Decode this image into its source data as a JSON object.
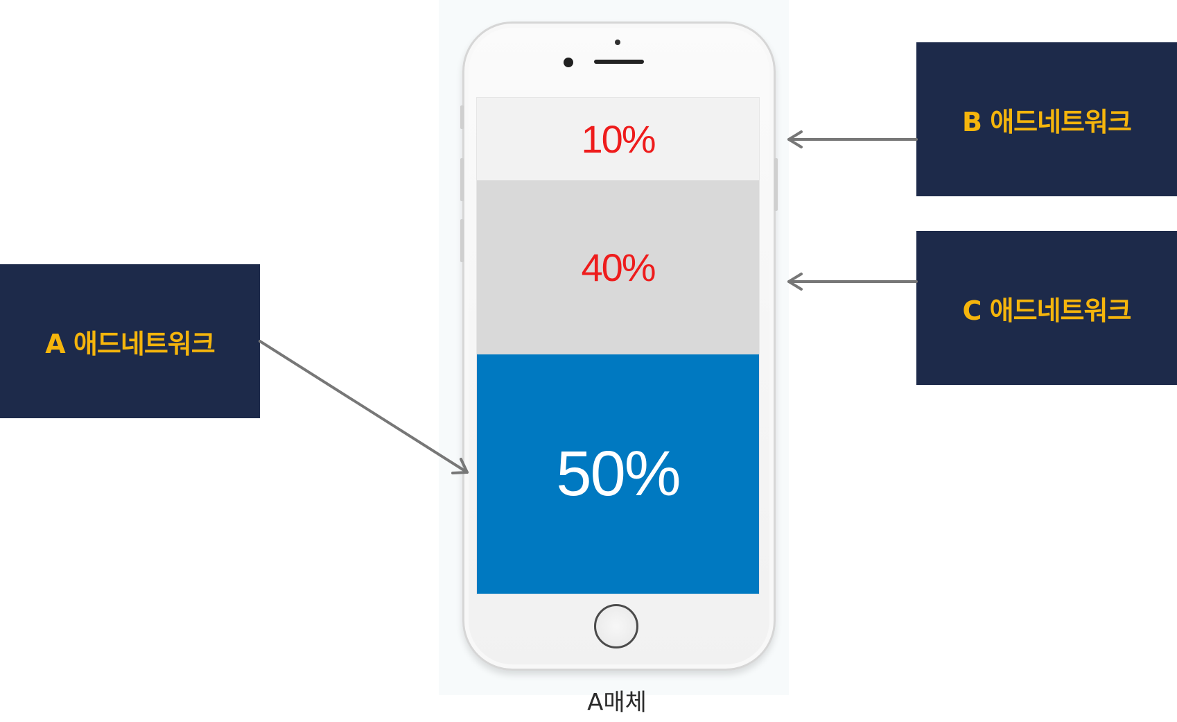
{
  "colors": {
    "label_box_bg": "#1d2a4a",
    "label_text": "#f5b50c",
    "segment_a": "#0079c1",
    "segment_b": "#f2f2f2",
    "segment_c": "#d9d9d9",
    "percent_red": "#ee1c1c",
    "arrow": "#777777"
  },
  "networks": {
    "a": {
      "label": "A 애드네트워크",
      "share": "50%"
    },
    "b": {
      "label": "B 애드네트워크",
      "share": "10%"
    },
    "c": {
      "label": "C 애드네트워크",
      "share": "40%"
    }
  },
  "phone": {
    "caption": "A매체",
    "icons": [
      "front-camera-icon",
      "speaker-icon",
      "home-button-icon"
    ]
  }
}
